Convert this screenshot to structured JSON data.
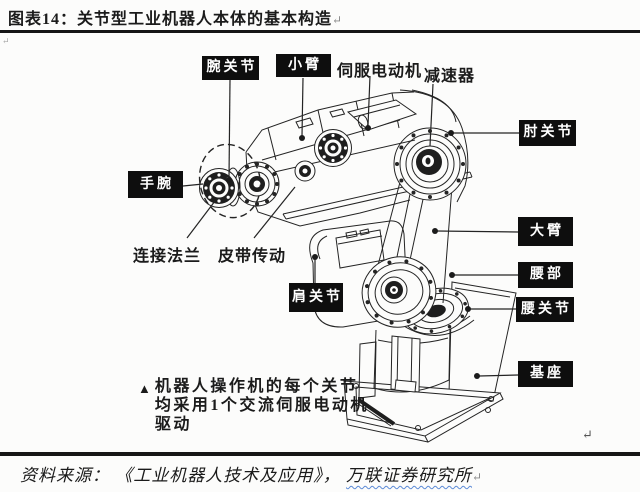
{
  "title": {
    "text": "图表14：关节型工业机器人本体的基本构造",
    "pilcrow": "↵"
  },
  "marks": {
    "top_left_mark": "↵",
    "above_footer_rule_mark": "↵"
  },
  "robot_figure": {
    "boxed_labels": [
      {
        "id": "wrist-joint",
        "text": "腕关节"
      },
      {
        "id": "forearm",
        "text": "小臂"
      },
      {
        "id": "hand",
        "text": "手腕"
      },
      {
        "id": "shoulder-joint",
        "text": "肩关节"
      },
      {
        "id": "elbow-joint",
        "text": "肘关节"
      },
      {
        "id": "upper-arm",
        "text": "大臂"
      },
      {
        "id": "waist",
        "text": "腰部"
      },
      {
        "id": "waist-joint",
        "text": "腰关节"
      },
      {
        "id": "base",
        "text": "基座"
      }
    ],
    "plain_labels": [
      {
        "id": "servo-motor",
        "text": "伺服电动机"
      },
      {
        "id": "reducer",
        "text": "减速器"
      },
      {
        "id": "connecting-flange",
        "text": "连接法兰"
      },
      {
        "id": "belt-drive",
        "text": "皮带传动"
      }
    ],
    "note": {
      "bullet": "▲",
      "line1": "机器人操作机的每个关节",
      "line2": "均采用1个交流伺服电动机",
      "line3": "驱动"
    }
  },
  "footer": {
    "source_label": "资料来源：",
    "source_text": "《工业机器人技术及应用》，",
    "source_org": "万联证券研究所",
    "pilcrow": "↵"
  },
  "colors": {
    "ink": "#242424",
    "label_bg": "#0e0e0e",
    "label_text": "#ffffff",
    "squiggle_blue": "#5b8ad6"
  }
}
